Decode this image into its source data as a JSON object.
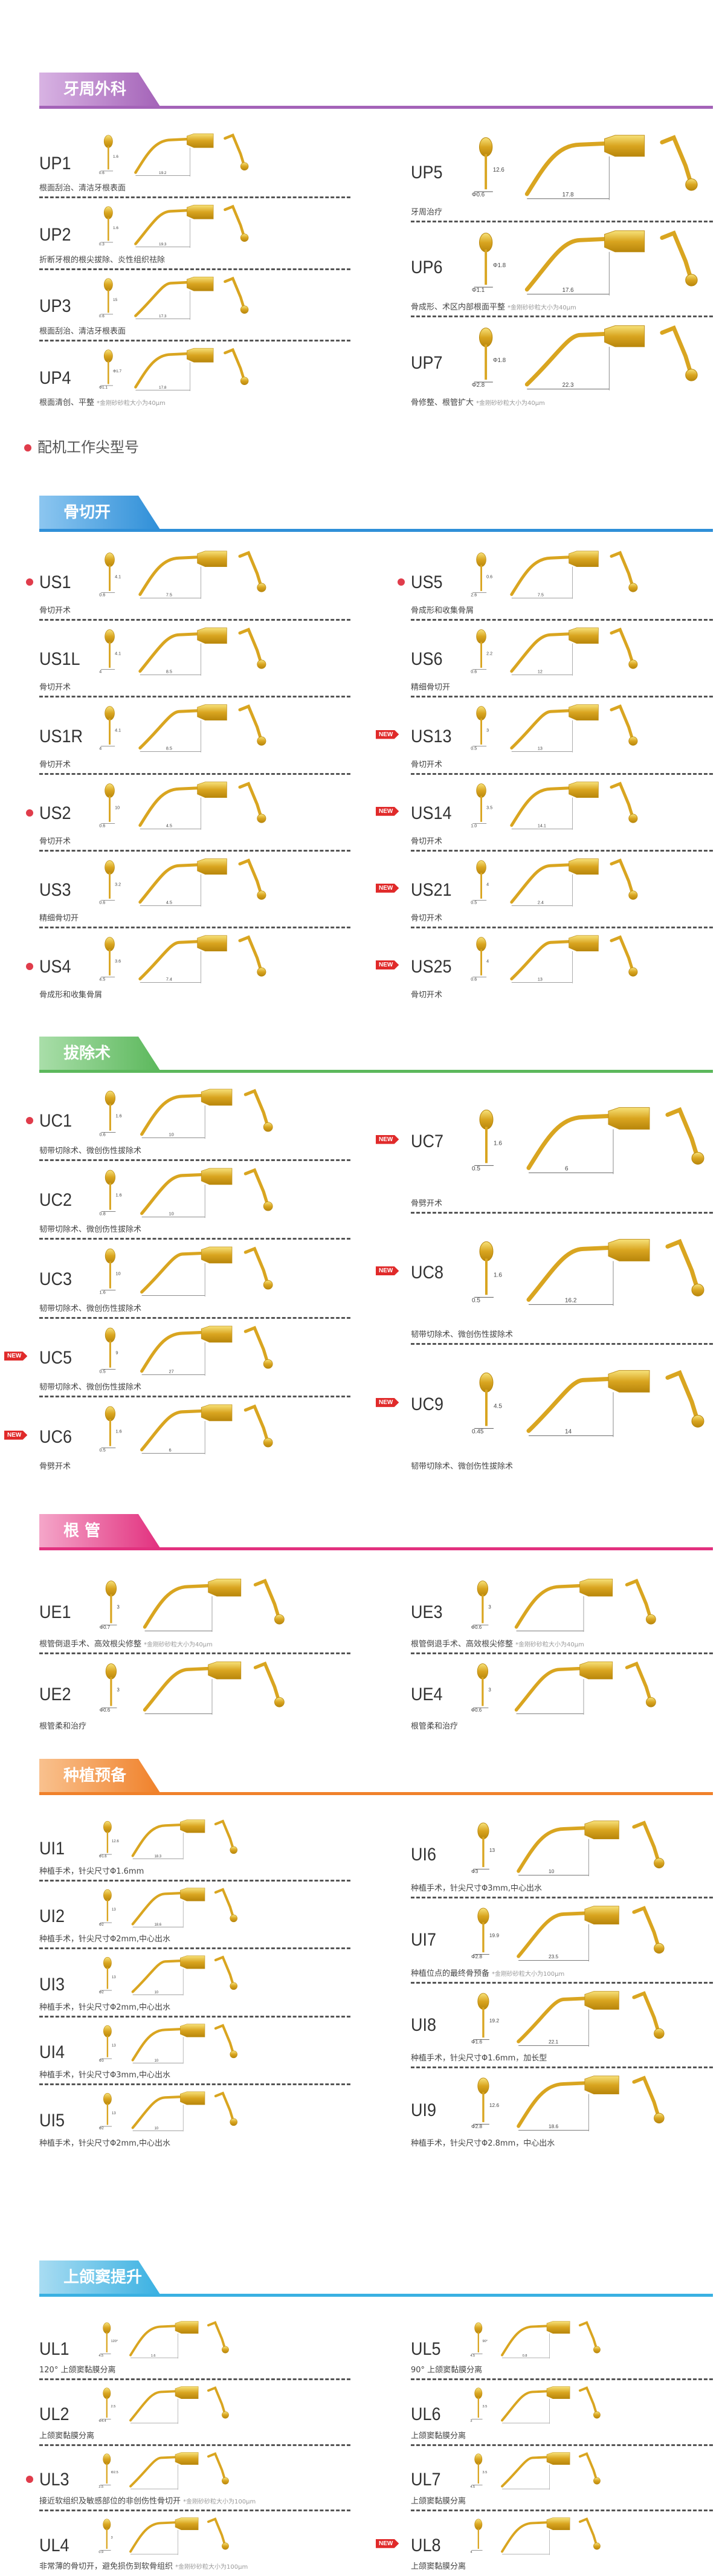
{
  "new_label": "NEW",
  "subheading": "配机工作尖型号",
  "sections": [
    {
      "title": "牙周外科",
      "color": "#a463b8",
      "color2": "#d8b3e3",
      "left": [
        {
          "code": "UP1",
          "desc": "根面刮治、清洁牙根表面",
          "dims": [
            "0.6",
            "1.6",
            "19.2"
          ]
        },
        {
          "code": "UP2",
          "desc": "折断牙根的根尖拔除、炎性组织祛除",
          "dims": [
            "0.3",
            "1.6",
            "19.3"
          ]
        },
        {
          "code": "UP3",
          "desc": "根面刮治、清洁牙根表面",
          "dims": [
            "0.6",
            "15",
            "17.3"
          ]
        },
        {
          "code": "UP4",
          "desc": "根面清创、平整",
          "note": "*金刚砂砂粒大小为40μm",
          "dims": [
            "Φ1.1",
            "Φ1.7",
            "17.8"
          ]
        }
      ],
      "right": [
        {
          "code": "UP5",
          "desc": "牙周治疗",
          "dims": [
            "Φ0.6",
            "12.6",
            "17.8"
          ]
        },
        {
          "code": "UP6",
          "desc": "骨成形、术区内部根面平整",
          "note": "*金刚砂砂粒大小为40μm",
          "dims": [
            "Φ1.1",
            "Φ1.8",
            "17.6"
          ]
        },
        {
          "code": "UP7",
          "desc": "骨修整、根管扩大",
          "note": "*金刚砂砂粒大小为40μm",
          "dims": [
            "Φ2.8",
            "Φ1.8",
            "22.3"
          ]
        }
      ]
    },
    {
      "title": "骨切开",
      "color": "#2f8fd8",
      "color2": "#8cc6f0",
      "left": [
        {
          "code": "US1",
          "marked": true,
          "desc": "骨切开术",
          "dims": [
            "0.6",
            "4.1",
            "7.5"
          ]
        },
        {
          "code": "US1L",
          "desc": "骨切开术",
          "dims": [
            "4",
            "4.1",
            "8.5"
          ]
        },
        {
          "code": "US1R",
          "desc": "骨切开术",
          "dims": [
            "4",
            "4.1",
            "8.5"
          ]
        },
        {
          "code": "US2",
          "marked": true,
          "desc": "骨切开术",
          "dims": [
            "0.6",
            "10",
            "4.5"
          ]
        },
        {
          "code": "US3",
          "desc": "精细骨切开",
          "dims": [
            "0.6",
            "3.2",
            "4.5"
          ]
        },
        {
          "code": "US4",
          "marked": true,
          "desc": "骨成形和收集骨屑",
          "dims": [
            "4.5",
            "3.6",
            "7.4"
          ]
        }
      ],
      "right": [
        {
          "code": "US5",
          "marked": true,
          "desc": "骨成形和收集骨屑",
          "dims": [
            "2.6",
            "0.6",
            "7.5"
          ]
        },
        {
          "code": "US6",
          "desc": "精细骨切开",
          "dims": [
            "0.6",
            "2.2",
            "12"
          ]
        },
        {
          "code": "US13",
          "is_new": true,
          "desc": "骨切开术",
          "dims": [
            "0.5",
            "3",
            "13"
          ]
        },
        {
          "code": "US14",
          "is_new": true,
          "desc": "骨切开术",
          "dims": [
            "1.0",
            "3.5",
            "14.1"
          ]
        },
        {
          "code": "US21",
          "is_new": true,
          "desc": "骨切开术",
          "dims": [
            "0.5",
            "4",
            "2.4"
          ]
        },
        {
          "code": "US25",
          "is_new": true,
          "desc": "骨切开术",
          "dims": [
            "0.6",
            "4",
            "13"
          ]
        }
      ]
    },
    {
      "title": "拔除术",
      "color": "#5cb85c",
      "color2": "#a9dea9",
      "left": [
        {
          "code": "UC1",
          "marked": true,
          "desc": "韧带切除术、微创伤性拔除术",
          "dims": [
            "0.6",
            "1.6",
            "10"
          ]
        },
        {
          "code": "UC2",
          "desc": "韧带切除术、微创伤性拔除术",
          "dims": [
            "0.8",
            "1.6",
            "10"
          ]
        },
        {
          "code": "UC3",
          "desc": "韧带切除术、微创伤性拔除术",
          "dims": [
            "1.6",
            "10"
          ]
        },
        {
          "code": "UC5",
          "is_new": true,
          "desc": "韧带切除术、微创伤性拔除术",
          "dims": [
            "0.5",
            "9",
            "27"
          ]
        },
        {
          "code": "UC6",
          "is_new": true,
          "desc": "骨劈开术",
          "dims": [
            "0.5",
            "1.6",
            "6"
          ]
        }
      ],
      "right": [
        {
          "code": "UC7",
          "is_new": true,
          "desc": "骨劈开术",
          "dims": [
            "0.5",
            "1.6",
            "6"
          ]
        },
        {
          "code": "UC8",
          "is_new": true,
          "desc": "韧带切除术、微创伤性拔除术",
          "dims": [
            "0.5",
            "1.6",
            "16.2"
          ]
        },
        {
          "code": "UC9",
          "is_new": true,
          "desc": "韧带切除术、微创伤性拔除术",
          "dims": [
            "0.45",
            "4.5",
            "14"
          ]
        }
      ]
    },
    {
      "title": "根 管",
      "color": "#e2317f",
      "color2": "#f4a6c9",
      "left": [
        {
          "code": "UE1",
          "desc": "根管倒退手术、高效根尖修整",
          "note": "*金刚砂砂粒大小为40μm",
          "dims": [
            "Φ0.7",
            "3"
          ]
        },
        {
          "code": "UE2",
          "desc": "根管柔和治疗",
          "dims": [
            "Φ0.6",
            "3"
          ]
        }
      ],
      "right": [
        {
          "code": "UE3",
          "desc": "根管倒退手术、高效根尖修整",
          "note": "*金刚砂砂粒大小为40μm",
          "dims": [
            "Φ0.6",
            "3"
          ]
        },
        {
          "code": "UE4",
          "desc": "根管柔和治疗",
          "dims": [
            "Φ0.6",
            "3"
          ]
        }
      ]
    },
    {
      "title": "种植预备",
      "color": "#f0812a",
      "color2": "#f9c18e",
      "left": [
        {
          "code": "UI1",
          "desc": "种植手术，针尖尺寸Φ1.6mm",
          "dims": [
            "Φ1.6",
            "12.6",
            "18.3"
          ]
        },
        {
          "code": "UI2",
          "desc": "种植手术，针尖尺寸Φ2mm,中心出水",
          "dims": [
            "Φ2",
            "13",
            "18.6"
          ]
        },
        {
          "code": "UI3",
          "desc": "种植手术，针尖尺寸Φ2mm,中心出水",
          "dims": [
            "Φ2",
            "13",
            "10"
          ]
        },
        {
          "code": "UI4",
          "desc": "种植手术，针尖尺寸Φ3mm,中心出水",
          "dims": [
            "Φ3",
            "13",
            "10"
          ]
        },
        {
          "code": "UI5",
          "desc": "种植手术，针尖尺寸Φ2mm,中心出水",
          "dims": [
            "Φ2",
            "13",
            "10"
          ]
        }
      ],
      "right": [
        {
          "code": "UI6",
          "desc": "种植手术，针尖尺寸Φ3mm,中心出水",
          "dims": [
            "Φ3",
            "13",
            "10"
          ]
        },
        {
          "code": "UI7",
          "desc": "种植位点的最终骨预备",
          "note": "*金刚砂砂粒大小为100μm",
          "dims": [
            "Φ2.8",
            "19.9",
            "23.5"
          ]
        },
        {
          "code": "UI8",
          "desc": "种植手术，针尖尺寸Φ1.6mm，加长型",
          "dims": [
            "Φ1.6",
            "19.2",
            "22.1"
          ]
        },
        {
          "code": "UI9",
          "desc": "种植手术，针尖尺寸Φ2.8mm，中心出水",
          "dims": [
            "Φ2.8",
            "12.6",
            "18.6"
          ]
        }
      ]
    },
    {
      "title": "上颌窦提升",
      "color": "#3ab1e2",
      "color2": "#a8dcf2",
      "left": [
        {
          "code": "UL1",
          "desc": "120° 上颌窦黏膜分离",
          "dims": [
            "4.5",
            "120°",
            "1.6"
          ]
        },
        {
          "code": "UL2",
          "desc": "上颌窦黏膜分离",
          "dims": [
            "Φ4.4",
            "2.5"
          ]
        },
        {
          "code": "UL3",
          "marked": true,
          "desc": "接近软组织及敏感部位的非创伤性骨切开",
          "note": "*金刚砂砂粒大小为100μm",
          "dims": [
            "2.5",
            "Φ2.5"
          ]
        },
        {
          "code": "UL4",
          "desc": "非常薄的骨切开，避免损伤到软骨组织",
          "note": "*金刚砂砂粒大小为100μm",
          "dims": [
            "0.9",
            "3"
          ]
        }
      ],
      "right": [
        {
          "code": "UL5",
          "desc": "90° 上颌窦黏膜分离",
          "dims": [
            "4.5",
            "90°",
            "0.8"
          ]
        },
        {
          "code": "UL6",
          "desc": "上颌窦黏膜分离",
          "dims": [
            "3",
            "3.5"
          ]
        },
        {
          "code": "UL7",
          "desc": "上颌窦黏膜分离",
          "dims": [
            "4.5",
            "3.5"
          ]
        },
        {
          "code": "UL8",
          "is_new": true,
          "desc": "上颌窦黏膜分离",
          "dims": [
            "4"
          ]
        }
      ]
    }
  ]
}
